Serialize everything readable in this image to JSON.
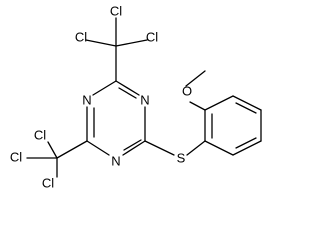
{
  "structure": {
    "atoms": {
      "cl_top_1": "Cl",
      "cl_top_2": "Cl",
      "cl_top_3": "Cl",
      "n_ring_1": "N",
      "n_ring_2": "N",
      "n_ring_3": "N",
      "sulfur": "S",
      "oxygen": "O",
      "cl_bottom_1": "Cl",
      "cl_bottom_2": "Cl",
      "cl_bottom_3": "Cl"
    }
  }
}
